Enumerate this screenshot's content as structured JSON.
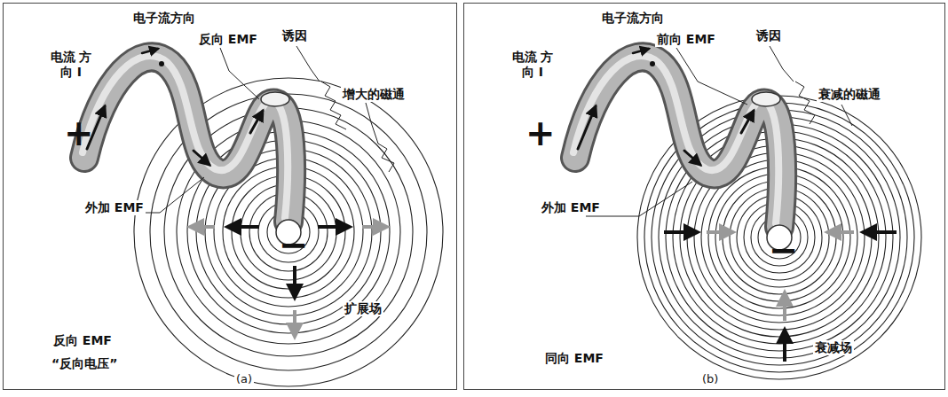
{
  "diagram": {
    "nodes": [
      {
        "text": [
          "(a)"
        ]
      },
      {
        "text": [
          "(b)"
        ]
      }
    ],
    "labels": [
      "电子流方向",
      "电流 方向 I",
      "反向 EMF",
      "诱因",
      "增大的磁通",
      "外加 EMF",
      "扩展场",
      "反向 EMF",
      "“反向电压”",
      "+",
      "−",
      "电子流方向",
      "电流 方向 I",
      "前向 EMF",
      "诱因",
      "衰减的磁通",
      "外加 EMF",
      "衰减场",
      "同向 EMF",
      "+",
      "−"
    ]
  }
}
